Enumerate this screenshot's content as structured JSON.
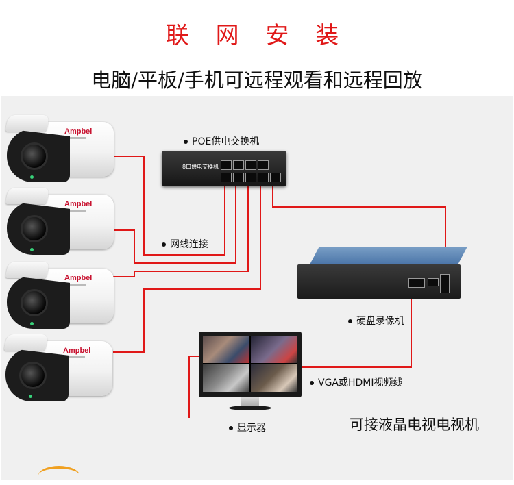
{
  "header": {
    "title": "联 网 安 装",
    "subtitle": "电脑/平板/手机可远程观看和远程回放"
  },
  "devices": {
    "camera_brand": "Ampbel",
    "switch_face_text": "8口供电交换机"
  },
  "labels": {
    "poe_switch": "POE供电交换机",
    "network_cable": "网线连接",
    "nvr": "硬盘录像机",
    "video_cable": "VGA或HDMI视频线",
    "monitor": "显示器",
    "tv_note": "可接液晶电视电视机"
  },
  "colors": {
    "title_red": "#e01818",
    "wire_red": "#e01818",
    "panel_bg": "#f0f0f0"
  }
}
